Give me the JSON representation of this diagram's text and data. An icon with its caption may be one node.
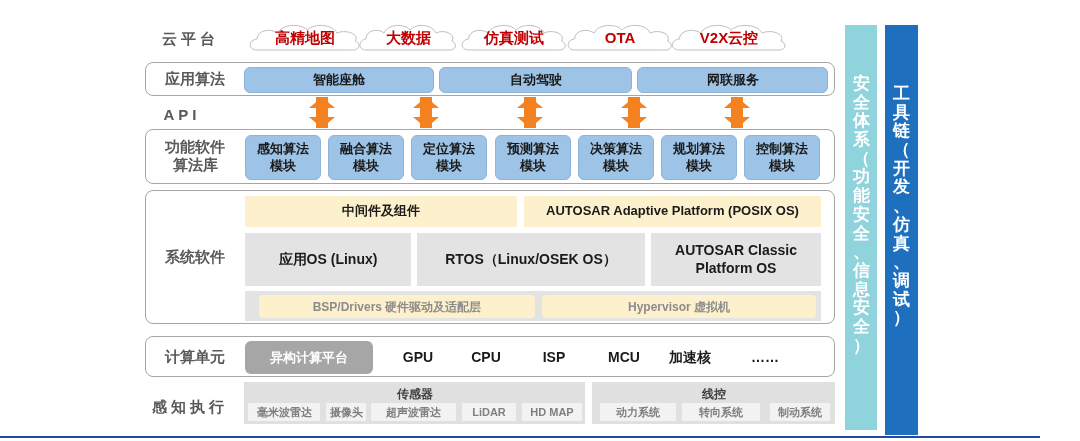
{
  "diagram": {
    "nodes": [
      {
        "text": [
          "高精地图"
        ]
      },
      {
        "text": [
          "大数据"
        ]
      },
      {
        "text": [
          "仿真测试"
        ]
      },
      {
        "text": [
          "OTA"
        ]
      },
      {
        "text": [
          "V2X云控"
        ]
      },
      {
        "text": [
          "应用算法"
        ]
      },
      {
        "text": [
          "智能座舱"
        ],
        "in": 5
      },
      {
        "text": [
          "自动驾驶"
        ],
        "in": 5
      },
      {
        "text": [
          "网联服务"
        ],
        "in": 5
      },
      {
        "text": [
          "功能软件算法库"
        ]
      },
      {
        "text": [
          "感知算法模块"
        ],
        "in": 9
      },
      {
        "text": [
          "融合算法模块"
        ],
        "in": 9
      },
      {
        "text": [
          "定位算法模块"
        ],
        "in": 9
      },
      {
        "text": [
          "预测算法模块"
        ],
        "in": 9
      },
      {
        "text": [
          "决策算法模块"
        ],
        "in": 9
      },
      {
        "text": [
          "规划算法模块"
        ],
        "in": 9
      },
      {
        "text": [
          "控制算法模块"
        ],
        "in": 9
      },
      {
        "text": [
          "系统软件"
        ]
      },
      {
        "text": [
          "中间件及组件"
        ],
        "in": 17
      },
      {
        "text": [
          "AUTOSAR Adaptive Platform (POSIX OS)"
        ],
        "in": 17
      },
      {
        "text": [
          "应用OS (Linux)"
        ],
        "in": 17
      },
      {
        "text": [
          "RTOS（Linux/OSEK OS）"
        ],
        "in": 17
      },
      {
        "text": [
          "AUTOSAR Classic Platform OS"
        ],
        "in": 17
      },
      {
        "text": [],
        "shape": "box",
        "in": 17
      },
      {
        "text": [
          "BSP/Drivers 硬件驱动及适配层"
        ],
        "in": 23
      },
      {
        "text": [
          "Hypervisor 虚拟机"
        ],
        "in": 23
      },
      {
        "text": [
          "计算单元"
        ]
      },
      {
        "text": [
          "异构计算平台"
        ],
        "in": 26
      },
      {
        "text": [
          "传感器"
        ]
      },
      {
        "text": [
          "毫米波雷达"
        ],
        "in": 28
      },
      {
        "text": [
          "摄像头"
        ],
        "in": 28
      },
      {
        "text": [
          "超声波雷达"
        ],
        "in": 28
      },
      {
        "text": [
          "LiDAR"
        ],
        "in": 28
      },
      {
        "text": [
          "HD MAP"
        ],
        "in": 28
      },
      {
        "text": [
          "线控"
        ]
      },
      {
        "text": [
          "动力系统"
        ],
        "in": 34
      },
      {
        "text": [
          "转向系统"
        ],
        "in": 34
      },
      {
        "text": [
          "制动系统"
        ],
        "in": 34
      },
      {
        "text": [
          "安全体系（功能安全、信息安全）"
        ]
      },
      {
        "text": [
          "工具链（开发、仿真、调试）"
        ]
      }
    ],
    "edges": [
      {
        "from": 5,
        "to": 9,
        "arrow": "both"
      },
      {
        "from": 5,
        "to": 9,
        "arrow": "both"
      },
      {
        "from": 5,
        "to": 9,
        "arrow": "both"
      },
      {
        "from": 5,
        "to": 9,
        "arrow": "both"
      },
      {
        "from": 5,
        "to": 9,
        "arrow": "both"
      }
    ],
    "labels": [
      "云平台",
      "API",
      "GPU",
      "CPU",
      "ISP",
      "MCU",
      "加速核",
      "……",
      "感知执行"
    ]
  }
}
